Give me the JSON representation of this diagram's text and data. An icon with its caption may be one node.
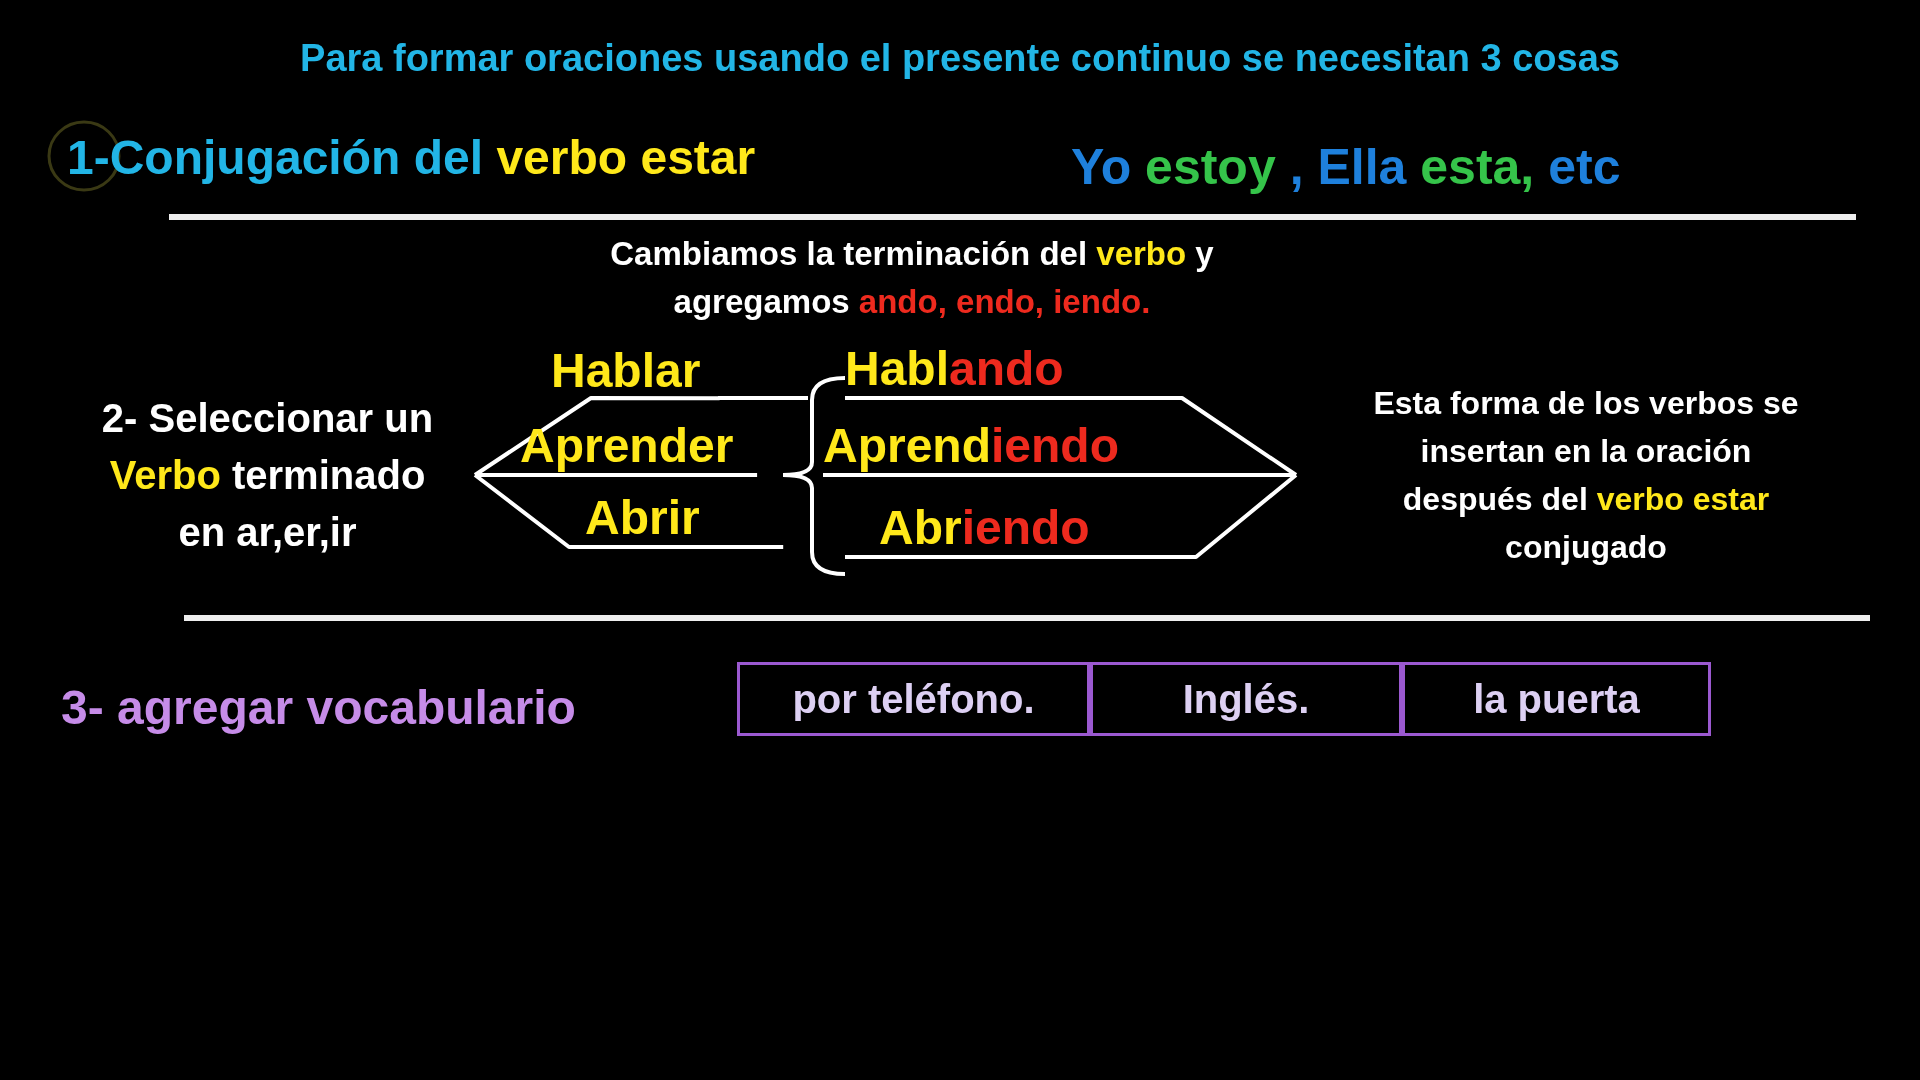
{
  "diagram": {
    "title": "Para formar oraciones usando el presente continuo se necesitan 3 cosas",
    "nodes": [
      {
        "text": [
          "2- Seleccionar un Verbo terminado en ar,er,ir"
        ]
      },
      {
        "text": [
          "Hablar"
        ]
      },
      {
        "text": [
          "Aprender"
        ]
      },
      {
        "text": [
          "Abrir"
        ]
      },
      {
        "text": [
          "Hablando"
        ]
      },
      {
        "text": [
          "Aprendiendo"
        ]
      },
      {
        "text": [
          "Abriendo"
        ]
      },
      {
        "text": [
          "Esta forma de los verbos se insertan en la oración después del verbo estar conjugado"
        ]
      },
      {
        "text": [
          "por teléfono."
        ]
      },
      {
        "text": [
          "Inglés."
        ]
      },
      {
        "text": [
          "la puerta"
        ]
      }
    ],
    "edges": [
      {
        "from": 0,
        "to": 1,
        "arrow": "none"
      },
      {
        "from": 0,
        "to": 2,
        "arrow": "none"
      },
      {
        "from": 0,
        "to": 3,
        "arrow": "none"
      },
      {
        "from": 4,
        "to": 7,
        "arrow": "none"
      },
      {
        "from": 5,
        "to": 7,
        "arrow": "none"
      },
      {
        "from": 6,
        "to": 7,
        "arrow": "none"
      }
    ],
    "labels": [
      "1-Conjugación del verbo estar",
      "Yo estoy , Ella esta, etc",
      "Cambiamos la terminación del verbo y agregamos ando, endo, iendo.",
      "3- agregar vocabulario"
    ]
  }
}
